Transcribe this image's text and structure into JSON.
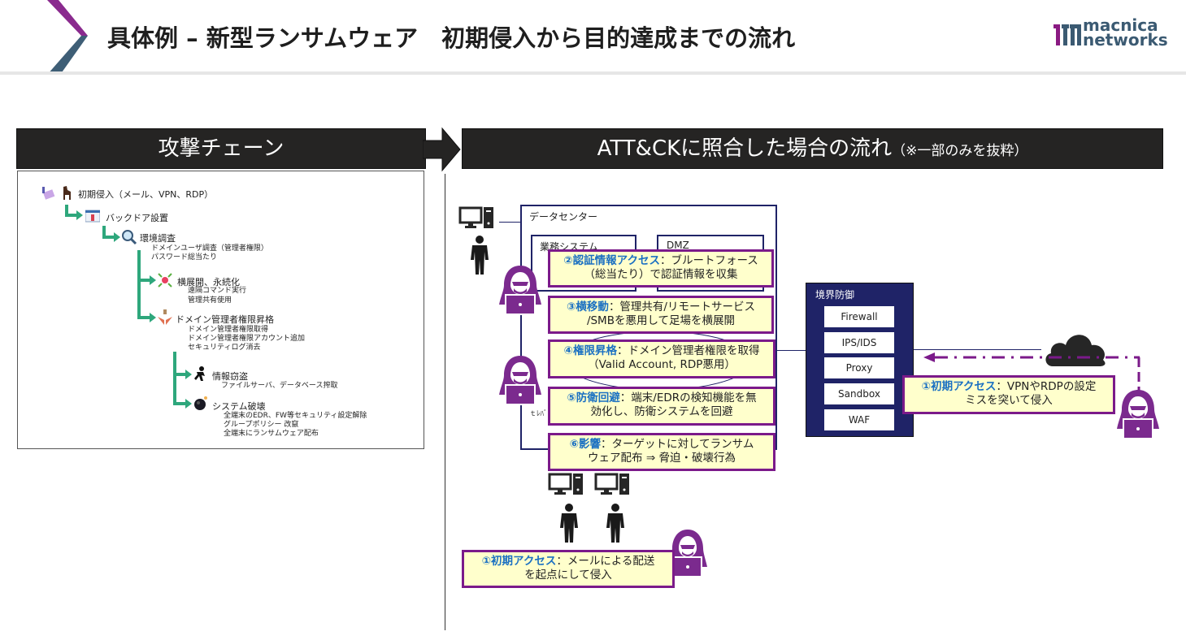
{
  "header": {
    "title": "具体例 – 新型ランサムウェア　初期侵入から目的達成までの流れ",
    "logo": {
      "line1": "macnica",
      "line2": "networks"
    },
    "colors": {
      "chevron_top": "#8a2a8e",
      "chevron_bottom": "#3e5e76"
    }
  },
  "left_section": {
    "title": "攻撃チェーン",
    "chain": [
      {
        "label": "初期侵入（メール、VPN、RDP）",
        "icon": "trojan-horse-icon",
        "details": []
      },
      {
        "label": "バックドア設置",
        "icon": "backdoor-window-icon",
        "details": []
      },
      {
        "label": "環境調査",
        "icon": "magnifier-icon",
        "details": [
          "ドメインユーザ調査（管理者権限）",
          "パスワード総当たり"
        ]
      },
      {
        "label": "横展開、永続化",
        "icon": "spread-icon",
        "details": [
          "遠隔コマンド実行",
          "管理共有使用"
        ]
      },
      {
        "label": "ドメイン管理者権限昇格",
        "icon": "privilege-hands-icon",
        "details": [
          "ドメイン管理者権限取得",
          "ドメイン管理者権限アカウント追加",
          "セキュリティログ消去"
        ]
      },
      {
        "label": "情報窃盗",
        "icon": "thief-icon",
        "details": [
          "ファイルサーバ、データベース搾取"
        ]
      },
      {
        "label": "システム破壊",
        "icon": "bomb-icon",
        "details": [
          "全端末のEDR、FW等セキュリティ設定解除",
          "グループポリシー 改竄",
          "全端末にランサムウェア配布"
        ]
      }
    ]
  },
  "right_section": {
    "title_main": "ATT&CKに照合した場合の流れ",
    "title_underlined": "に照",
    "title_sub": "（※一部のみを抜粋）",
    "datacenter_label": "データセンター",
    "business_label": "業務システム",
    "dmz_label": "DMZ",
    "perimeter": {
      "label": "境界防御",
      "items": [
        "Firewall",
        "IPS/IDS",
        "Proxy",
        "Sandbox",
        "WAF"
      ]
    },
    "partial_label": "ｔﾚﾊﾞ",
    "callouts": [
      {
        "id": "cred",
        "highlight": "②認証情報アクセス",
        "rest": "：ブルートフォース",
        "line2": "（総当たり）で認証情報を収集"
      },
      {
        "id": "lateral",
        "highlight": "③横移動",
        "rest": "：管理共有/リモートサービス",
        "line2": "/SMBを悪用して足場を横展開"
      },
      {
        "id": "privesc",
        "highlight": "④権限昇格",
        "rest": "：ドメイン管理者権限を取得",
        "line2": "（Valid Account, RDP悪用）"
      },
      {
        "id": "evasion",
        "highlight": "⑤防衛回避",
        "rest": "：端末/EDRの検知機能を無",
        "line2": "効化し、防衛システムを回避"
      },
      {
        "id": "impact",
        "highlight": "⑥影響",
        "rest": "：ターゲットに対してランサム",
        "line2": "ウェア配布 ⇒ 脅迫・破壊行為"
      },
      {
        "id": "initial-vpn",
        "highlight": "①初期アクセス",
        "rest": "：VPNやRDPの設定",
        "line2": "ミスを突いて侵入"
      },
      {
        "id": "initial-mail",
        "highlight": "①初期アクセス",
        "rest": "：メールによる配送",
        "line2": "を起点にして侵入"
      }
    ],
    "colors": {
      "navy": "#1f2367",
      "attacker": "#7b2a8e",
      "callout_bg": "#ffffcc",
      "callout_border": "#7b1a8a",
      "highlight": "#1a70c2",
      "chain_arrow": "#2ea77c"
    }
  }
}
